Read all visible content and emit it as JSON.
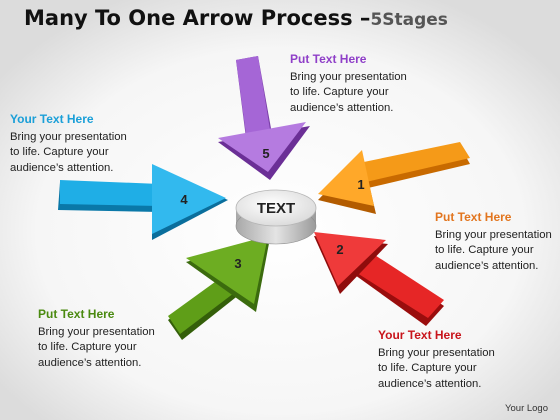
{
  "title": {
    "main": "Many To One Arrow Process –",
    "sub": "5Stages"
  },
  "center": {
    "label": "TEXT"
  },
  "stages": [
    {
      "number": "1",
      "color": "#f28c00",
      "heading": "Put Text Here",
      "heading_color": "#e2751e",
      "body": [
        "Bring your presentation",
        "to life. Capture your",
        "audience’s attention."
      ]
    },
    {
      "number": "2",
      "color": "#e11b1b",
      "heading": "Your Text Here",
      "heading_color": "#c8141b",
      "body": [
        "Bring your presentation",
        "to life. Capture your",
        "audience’s attention."
      ]
    },
    {
      "number": "3",
      "color": "#4e8a12",
      "heading": "Put  Text Here",
      "heading_color": "#4a8a10",
      "body": [
        "Bring your presentation",
        "to life. Capture your",
        "audience’s attention."
      ]
    },
    {
      "number": "4",
      "color": "#12a3df",
      "heading": "Your Text Here",
      "heading_color": "#1a9fd8",
      "body": [
        "Bring your presentation",
        "to life. Capture your",
        "audience’s attention."
      ]
    },
    {
      "number": "5",
      "color": "#a565d8",
      "heading": "Put  Text Here",
      "heading_color": "#8f3fc8",
      "body": [
        "Bring your presentation",
        "to life. Capture your",
        "audience’s attention."
      ]
    }
  ],
  "footer": "Your Logo"
}
